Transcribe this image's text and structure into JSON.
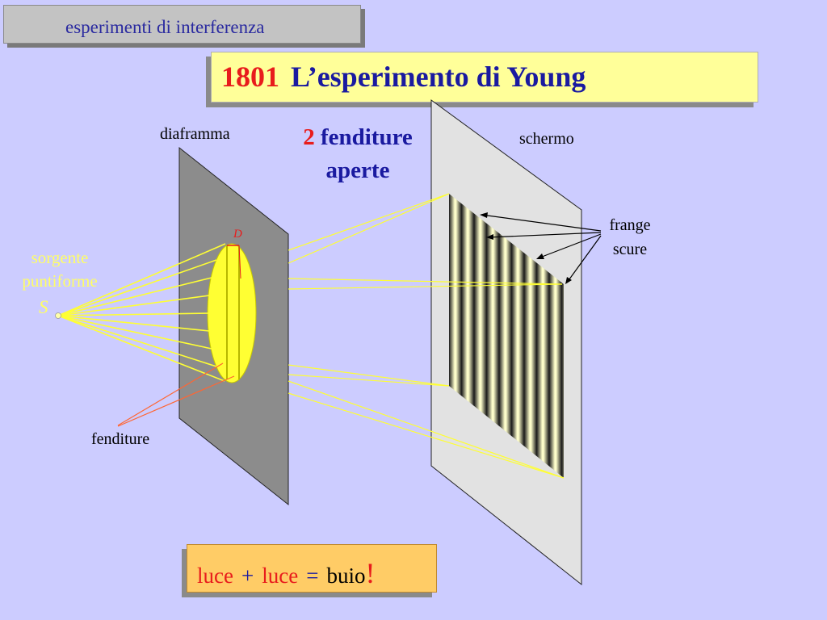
{
  "topic_label": "esperimenti di interferenza",
  "title": {
    "year": "1801",
    "text": "L’esperimento di Young"
  },
  "labels": {
    "diaframma": "diaframma",
    "schermo": "schermo",
    "slits_count": "2",
    "slits_line1": "fenditure",
    "slits_line2": "aperte",
    "sorgente_line1": "sorgente",
    "sorgente_line2": "puntiforme",
    "S": "S",
    "D": "D",
    "frange_line1": "frange",
    "frange_line2": "scure",
    "fenditure": "fenditure"
  },
  "formula": {
    "luce1": "luce",
    "plus": "+",
    "luce2": "luce",
    "equals": "=",
    "buio": "buio",
    "bang": "!"
  },
  "colors": {
    "background": "#ccccff",
    "title_bg": "#ffff99",
    "formula_bg": "#ffcc66",
    "accent_red": "#e81c1c",
    "accent_blue": "#1a1aa0",
    "source_label": "#ffff66",
    "diaphragm": "#8c8c8c",
    "screen": "#e2e2e2",
    "light_beam": "#ffff33"
  }
}
